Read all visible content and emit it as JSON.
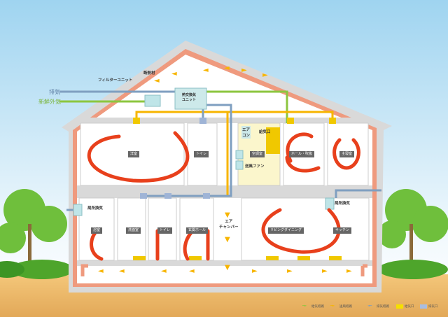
{
  "colors": {
    "supply": "#8cc63f",
    "circulation": "#f7b500",
    "exhaust": "#7f9fc0",
    "insulation": "#ef9a7e",
    "swirl": "#e8401c"
  },
  "outside": {
    "exhaust": "排気",
    "fresh_air": "新鮮外気"
  },
  "callouts": {
    "insulation": "断熱材",
    "filter_unit": "フィルターユニット",
    "heat_exchanger": "熱交換気\nユニット",
    "aircon": "エア\nコン",
    "supply_vent": "給気口",
    "blower_fan": "送風ファン",
    "air_chamber": "エア\nチャンバー",
    "local_vent_left": "局所換気",
    "local_vent_right": "局所換気"
  },
  "rooms_2f": [
    "洋室",
    "トイレ",
    "空調室",
    "ホール・吹抜",
    "主寝室"
  ],
  "rooms_1f": [
    "浴室",
    "洗面室",
    "トイレ",
    "玄関ホール",
    "リビングダイニング",
    "キッチン"
  ],
  "legend": [
    "給気経路",
    "送風経路",
    "排気経路",
    "給気口",
    "排気口"
  ]
}
